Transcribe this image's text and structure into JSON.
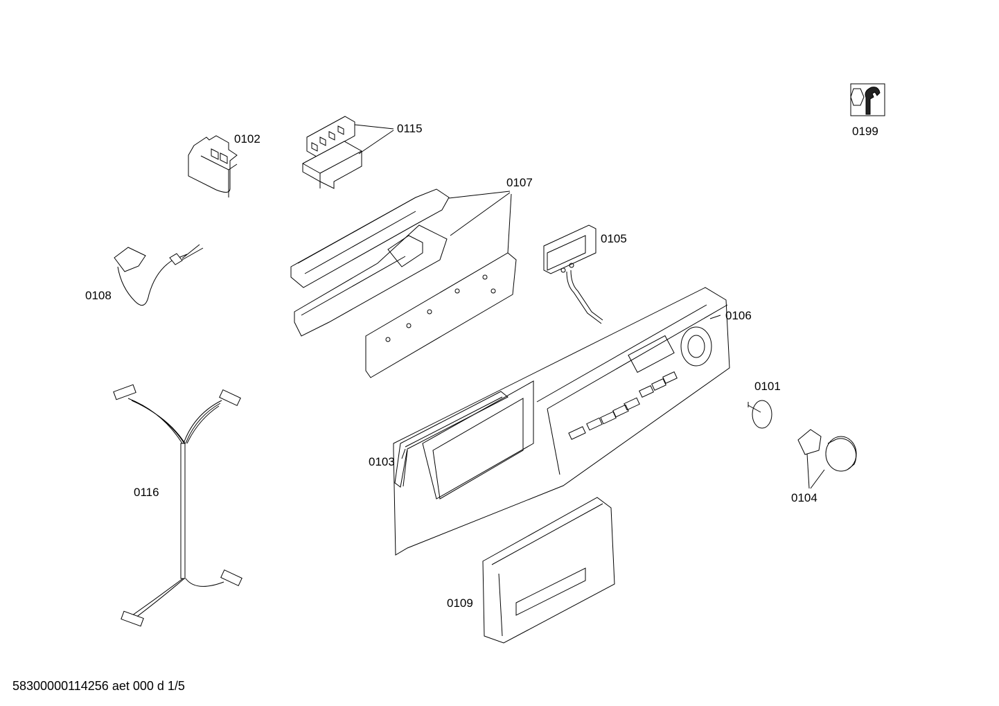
{
  "parts": [
    {
      "id": "p0102",
      "number": "0102"
    },
    {
      "id": "p0115",
      "number": "0115"
    },
    {
      "id": "p0107",
      "number": "0107"
    },
    {
      "id": "p0199",
      "number": "0199"
    },
    {
      "id": "p0105",
      "number": "0105"
    },
    {
      "id": "p0108",
      "number": "0108"
    },
    {
      "id": "p0106",
      "number": "0106"
    },
    {
      "id": "p0101",
      "number": "0101"
    },
    {
      "id": "p0103",
      "number": "0103"
    },
    {
      "id": "p0104",
      "number": "0104"
    },
    {
      "id": "p0116",
      "number": "0116"
    },
    {
      "id": "p0109",
      "number": "0109"
    }
  ],
  "icons": {
    "service": "wrench-nut-icon"
  },
  "footer": {
    "text": "58300000114256 aet 000 d 1/5"
  }
}
